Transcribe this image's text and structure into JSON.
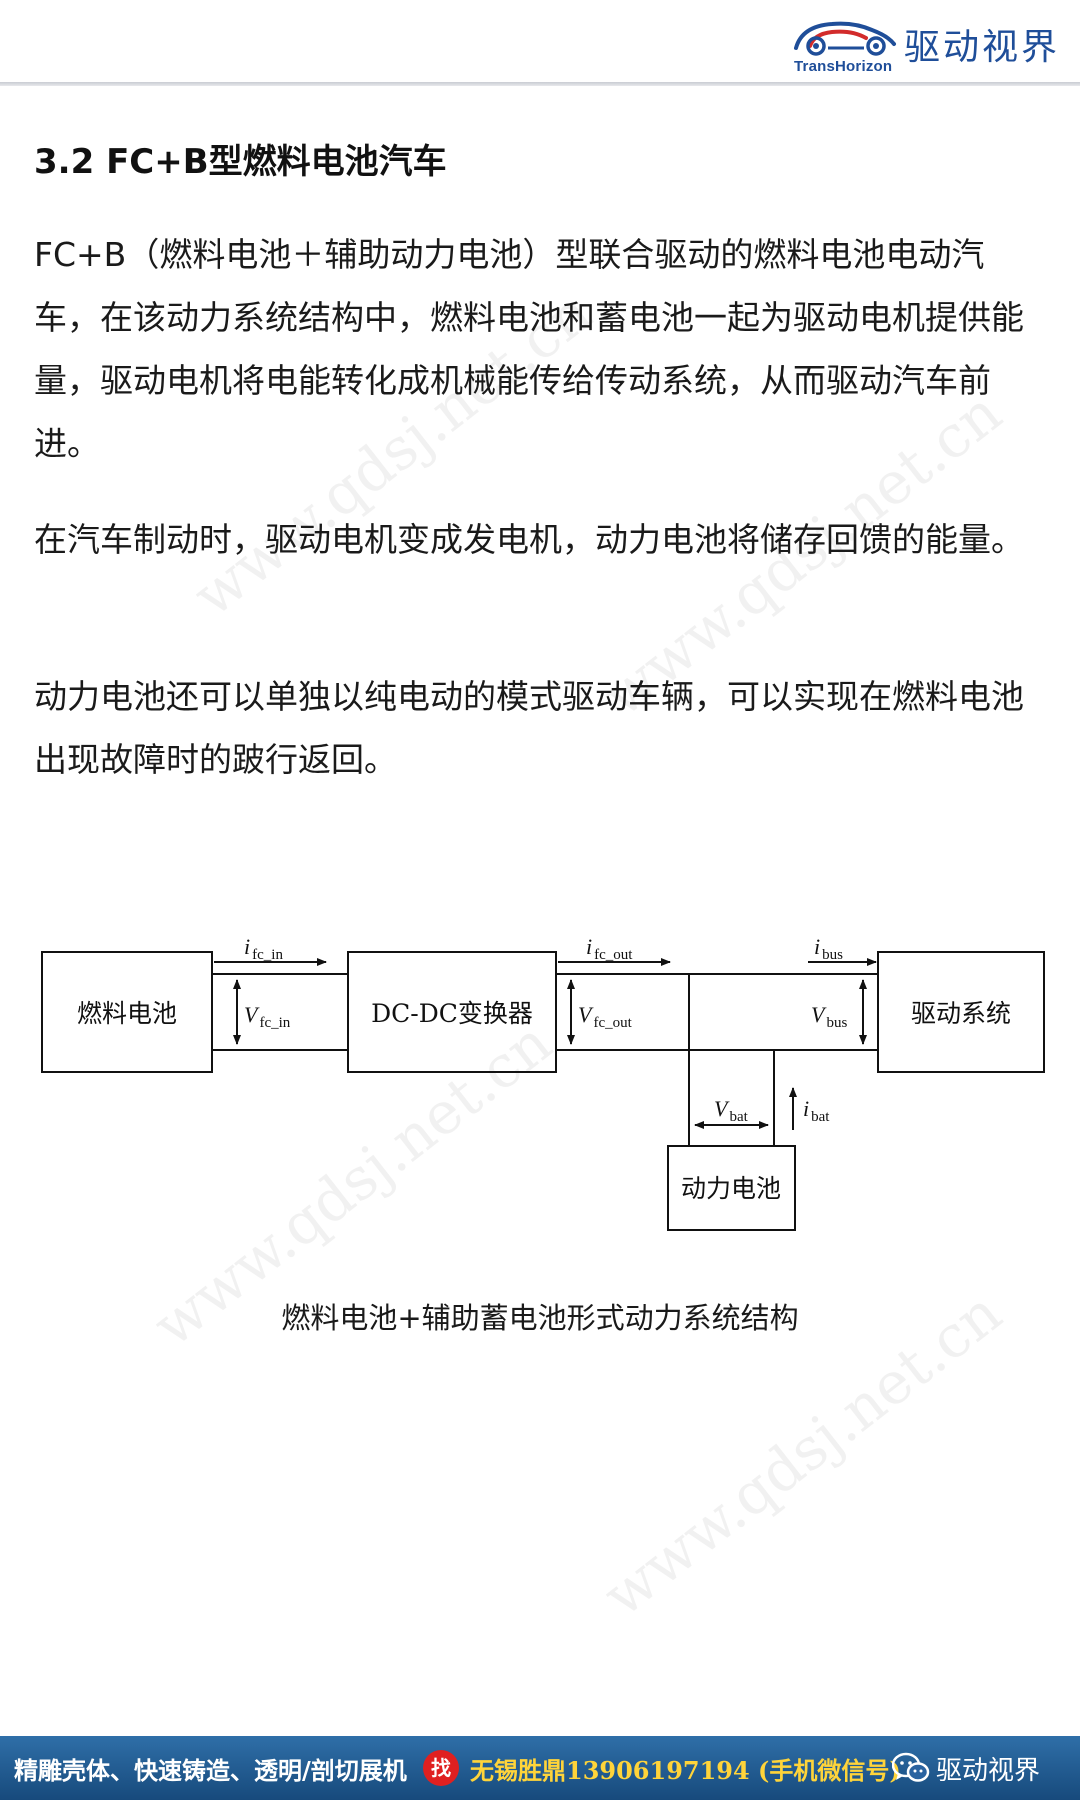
{
  "header": {
    "logo_sub": "TransHorizon",
    "logo_name": "驱动视界"
  },
  "watermark": "www.qdsj.net.cn",
  "section_title": "3.2 FC+B型燃料电池汽车",
  "paragraphs": [
    "FC+B（燃料电池＋辅助动力电池）型联合驱动的燃料电池电动汽车，在该动力系统结构中，燃料电池和蓄电池一起为驱动电机提供能量，驱动电机将电能转化成机械能传给传动系统，从而驱动汽车前进。",
    "在汽车制动时，驱动电机变成发电机，动力电池将储存回馈的能量。",
    "动力电池还可以单独以纯电动的模式驱动车辆，可以实现在燃料电池出现故障时的跛行返回。"
  ],
  "diagram": {
    "blocks": {
      "fuel_cell": "燃料电池",
      "dcdc": "DC-DC变换器",
      "drive": "驱动系统",
      "battery": "动力电池"
    },
    "labels": {
      "i_fc_in": {
        "main": "i",
        "sub": "fc_in"
      },
      "v_fc_in": {
        "main": "V",
        "sub": "fc_in"
      },
      "i_fc_out": {
        "main": "i",
        "sub": "fc_out"
      },
      "v_fc_out": {
        "main": "V",
        "sub": "fc_out"
      },
      "i_bus": {
        "main": "i",
        "sub": "bus"
      },
      "v_bus": {
        "main": "V",
        "sub": "bus"
      },
      "v_bat": {
        "main": "V",
        "sub": "bat"
      },
      "i_bat": {
        "main": "i",
        "sub": "bat"
      }
    }
  },
  "caption": "燃料电池+辅助蓄电池形式动力系统结构",
  "banner": {
    "left_text": "精雕壳体、快速铸造、透明/剖切展机",
    "badge": "找",
    "contact": "无锡胜鼎13906197194 (手机微信号)",
    "brand": "驱动视界"
  }
}
